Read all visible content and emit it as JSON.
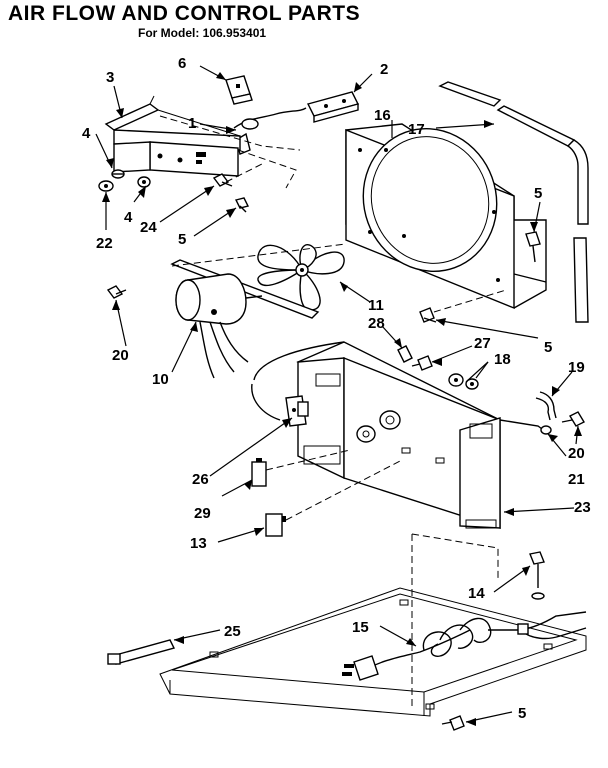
{
  "header": {
    "title": "AIR FLOW AND CONTROL PARTS",
    "subtitle": "For Model: 106.953401"
  },
  "callouts": [
    {
      "id": "c6",
      "text": "6"
    },
    {
      "id": "c2",
      "text": "2"
    },
    {
      "id": "c3",
      "text": "3"
    },
    {
      "id": "c1",
      "text": "1"
    },
    {
      "id": "c16",
      "text": "16"
    },
    {
      "id": "c17",
      "text": "17"
    },
    {
      "id": "c4a",
      "text": "4"
    },
    {
      "id": "c4b",
      "text": "4"
    },
    {
      "id": "c24",
      "text": "24"
    },
    {
      "id": "c22",
      "text": "22"
    },
    {
      "id": "c5a",
      "text": "5"
    },
    {
      "id": "c5b",
      "text": "5"
    },
    {
      "id": "c5c",
      "text": "5"
    },
    {
      "id": "c5d",
      "text": "5"
    },
    {
      "id": "c11",
      "text": "11"
    },
    {
      "id": "c20a",
      "text": "20"
    },
    {
      "id": "c20b",
      "text": "20"
    },
    {
      "id": "c10",
      "text": "10"
    },
    {
      "id": "c28",
      "text": "28"
    },
    {
      "id": "c27",
      "text": "27"
    },
    {
      "id": "c18",
      "text": "18"
    },
    {
      "id": "c19",
      "text": "19"
    },
    {
      "id": "c21",
      "text": "21"
    },
    {
      "id": "c26",
      "text": "26"
    },
    {
      "id": "c29",
      "text": "29"
    },
    {
      "id": "c23",
      "text": "23"
    },
    {
      "id": "c13",
      "text": "13"
    },
    {
      "id": "c14",
      "text": "14"
    },
    {
      "id": "c25",
      "text": "25"
    },
    {
      "id": "c15",
      "text": "15"
    }
  ]
}
